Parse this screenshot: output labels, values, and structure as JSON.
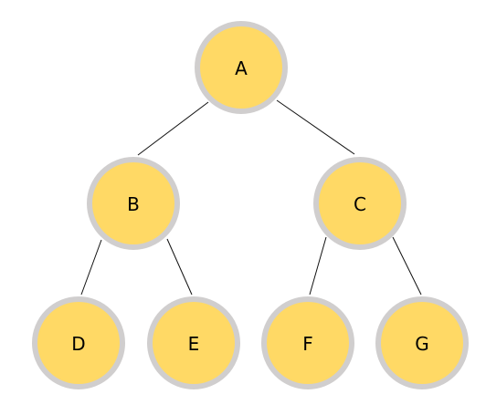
{
  "diagram": {
    "type": "binary-tree",
    "colors": {
      "node_fill": "#FFD965",
      "node_border": "#D0CECE",
      "edge": "#111111",
      "label": "#000000"
    },
    "nodes": {
      "a": {
        "label": "A"
      },
      "b": {
        "label": "B"
      },
      "c": {
        "label": "C"
      },
      "d": {
        "label": "D"
      },
      "e": {
        "label": "E"
      },
      "f": {
        "label": "F"
      },
      "g": {
        "label": "G"
      }
    },
    "edges": [
      {
        "from": "a",
        "to": "b"
      },
      {
        "from": "a",
        "to": "c"
      },
      {
        "from": "b",
        "to": "d"
      },
      {
        "from": "b",
        "to": "e"
      },
      {
        "from": "c",
        "to": "f"
      },
      {
        "from": "c",
        "to": "g"
      }
    ]
  }
}
